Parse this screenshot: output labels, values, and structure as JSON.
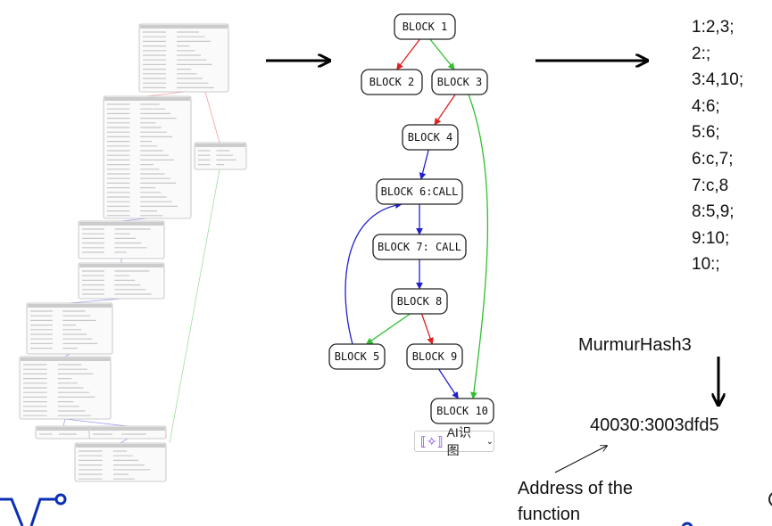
{
  "cfg": {
    "nodes": [
      {
        "id": "b1",
        "label": "BLOCK 1"
      },
      {
        "id": "b2",
        "label": "BLOCK 2"
      },
      {
        "id": "b3",
        "label": "BLOCK 3"
      },
      {
        "id": "b4",
        "label": "BLOCK 4"
      },
      {
        "id": "b6",
        "label": "BLOCK 6:CALL"
      },
      {
        "id": "b7",
        "label": "BLOCK 7: CALL"
      },
      {
        "id": "b8",
        "label": "BLOCK 8"
      },
      {
        "id": "b5",
        "label": "BLOCK 5"
      },
      {
        "id": "b9",
        "label": "BLOCK 9"
      },
      {
        "id": "b10",
        "label": "BLOCK 10"
      }
    ],
    "edges": [
      {
        "from": "b1",
        "to": "b2",
        "color": "#e02020"
      },
      {
        "from": "b1",
        "to": "b3",
        "color": "#2ec02e"
      },
      {
        "from": "b3",
        "to": "b4",
        "color": "#e02020"
      },
      {
        "from": "b3",
        "to": "b10",
        "color": "#2ec02e"
      },
      {
        "from": "b4",
        "to": "b6",
        "color": "#2020d0"
      },
      {
        "from": "b6",
        "to": "b7",
        "color": "#2020d0"
      },
      {
        "from": "b7",
        "to": "b8",
        "color": "#2020d0"
      },
      {
        "from": "b8",
        "to": "b5",
        "color": "#2ec02e"
      },
      {
        "from": "b8",
        "to": "b9",
        "color": "#e02020"
      },
      {
        "from": "b9",
        "to": "b10",
        "color": "#2020d0"
      },
      {
        "from": "b5",
        "to": "b6",
        "color": "#2020d0"
      }
    ]
  },
  "ai_button": {
    "label": "AI识图",
    "icon": "ai-scan-icon"
  },
  "adjacency": [
    "1:2,3;",
    "2:;",
    "3:4,10;",
    "4:6;",
    "5:6;",
    "6:c,7;",
    "7:c,8",
    "8:5,9;",
    "9:10;",
    "10:;"
  ],
  "hash_label": "MurmurHash3",
  "hash_result": "40030:3003dfd5",
  "address_note": [
    "Address of the",
    "function"
  ],
  "colors": {
    "accent_blue": "#0a2fb5",
    "true_edge": "#2ec02e",
    "false_edge": "#e02020",
    "flow_edge": "#2020d0"
  }
}
